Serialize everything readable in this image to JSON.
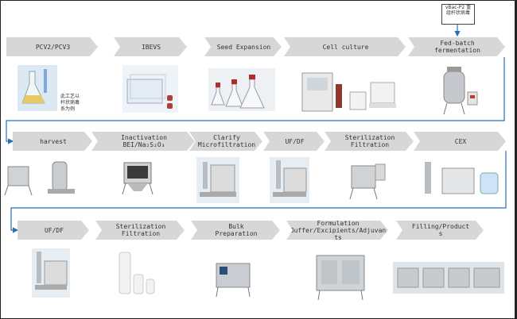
{
  "note": {
    "line1": "vBac-P2 重",
    "line2": "组杆状病毒"
  },
  "side_note": [
    "此工艺以",
    "杆状病毒",
    "系为例"
  ],
  "row1": [
    {
      "label": "PCV2/PCV3"
    },
    {
      "label": "IBEVS"
    },
    {
      "label": "Seed Expansion"
    },
    {
      "label": "Cell culture"
    },
    {
      "label": "Fed-batch fermentation"
    }
  ],
  "row2": [
    {
      "label": "harvest"
    },
    {
      "label": "Inactivation\nBEI/Na₂S₂O₃"
    },
    {
      "label": "Clarify\nMicrofiltration"
    },
    {
      "label": "UF/DF"
    },
    {
      "label": "Sterilization\nFiltration"
    },
    {
      "label": "CEX"
    }
  ],
  "row3": [
    {
      "label": "UF/DF"
    },
    {
      "label": "Sterilization\nFiltration"
    },
    {
      "label": "Bulk\nPreparation"
    },
    {
      "label": "Formulation\nBuffer/Excipients/Adjuvan\nts"
    },
    {
      "label": "Filling/Product\ns"
    }
  ],
  "colors": {
    "arrow": "#d7d7d7",
    "connector": "#2a6fb5",
    "steel": "#b9bcc0"
  }
}
